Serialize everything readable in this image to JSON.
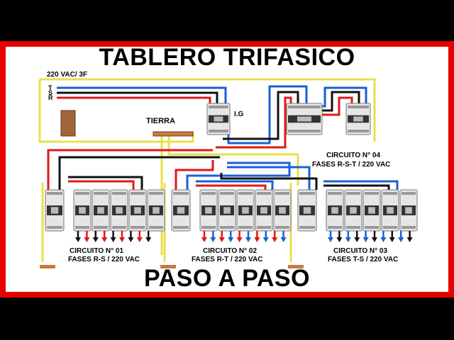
{
  "title": "TABLERO TRIFASICO",
  "subtitle": "PASO A PASO",
  "supply": {
    "label": "220 VAC/ 3F",
    "phases": [
      "T",
      "S",
      "R"
    ]
  },
  "ground_label": "TIERRA",
  "main_breaker_label": "I.G",
  "circuits": [
    {
      "name": "CIRCUITO N° 01",
      "phases": "FASES R-S / 220 VAC"
    },
    {
      "name": "CIRCUITO N° 02",
      "phases": "FASES R-T / 220 VAC"
    },
    {
      "name": "CIRCUITO N° 03",
      "phases": "FASES T-S / 220 VAC"
    },
    {
      "name": "CIRCUITO N° 04",
      "phases": "FASES R-S-T / 220 VAC"
    }
  ],
  "colors": {
    "phase_r": "#e01818",
    "phase_s": "#111111",
    "phase_t": "#1a5fd6",
    "ground": "#e8e04a",
    "frame": "#e60000",
    "breaker": "#e6e6e6"
  }
}
